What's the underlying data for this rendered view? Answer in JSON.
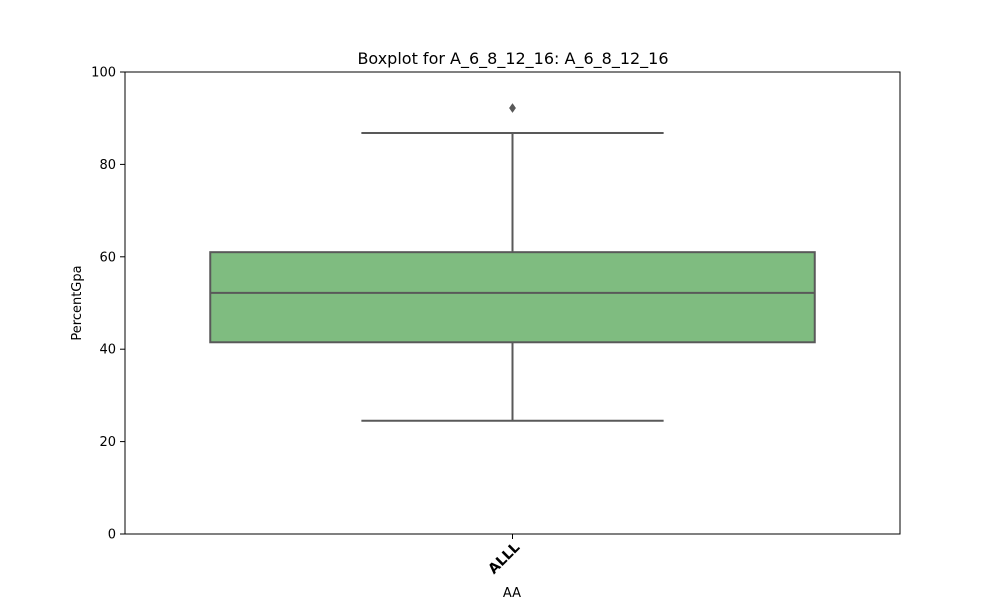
{
  "chart_data": {
    "type": "box",
    "title": "Boxplot for A_6_8_12_16: A_6_8_12_16",
    "xlabel": "AA",
    "ylabel": "PercentGpa",
    "ylim": [
      0,
      100
    ],
    "yticks": [
      0,
      20,
      40,
      60,
      80,
      100
    ],
    "grid": false,
    "categories": [
      "ALLL"
    ],
    "boxes": [
      {
        "category": "ALLL",
        "whisker_low": 24.5,
        "q1": 41.5,
        "median": 52.2,
        "q3": 61.0,
        "whisker_high": 86.8,
        "outliers": [
          92.2
        ]
      }
    ],
    "colors": {
      "box_fill": "#7fbc80",
      "box_edge": "#595959",
      "axis": "#000000"
    }
  }
}
